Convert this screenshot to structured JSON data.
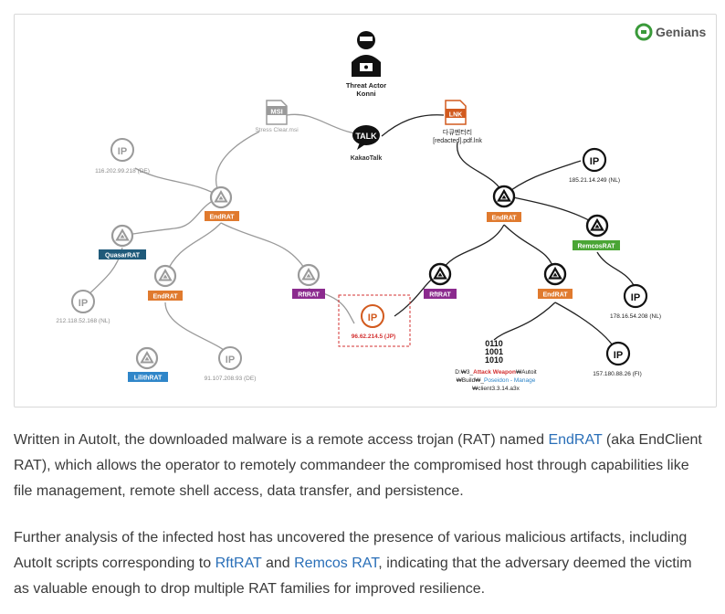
{
  "logo": {
    "brand": "Genians"
  },
  "nodes": {
    "actor_title": "Threat Actor",
    "actor_name": "Konni",
    "kakao_badge": "TALK",
    "kakao_label": "KakaoTalk",
    "msi_badge": "MSI",
    "msi_label": "Stress Clear.msi",
    "lnk_badge": "LNK",
    "lnk_label1": "다큐멘터리",
    "lnk_label2": "[redacted].pdf.lnk",
    "ip_badge": "IP",
    "ip1": "116.202.99.218 (DE)",
    "ip2": "212.118.52.168 (NL)",
    "ip3": "91.107.208.93 (DE)",
    "ip_central": "96.62.214.5 (JP)",
    "ip4": "185.21.14.249 (NL)",
    "ip5": "178.16.54.208 (NL)",
    "ip6": "157.180.88.26 (FI)",
    "endrat": "EndRAT",
    "quasar": "QuasarRAT",
    "rftrat": "RftRAT",
    "lilith": "LilithRAT",
    "remcos": "RemcosRAT",
    "binary1": "0110",
    "binary2": "1001",
    "binary3": "1010",
    "path_a": "D:₩3_",
    "path_b": "Attack Weapon",
    "path_c": "₩Autoit",
    "path_d": "₩Build₩_",
    "path_e": "Poseidon - Manage",
    "path_f": "₩client3.3.14.a3x"
  },
  "colors": {
    "endrat": "#e07a2e",
    "quasar": "#1f5a7a",
    "rftrat": "#8b2a8e",
    "lilith": "#2f86c9",
    "remcos": "#4aa535",
    "ip_orange": "#d25a1e",
    "red_dash": "#d33030"
  },
  "paragraph1": {
    "t1": "Written in AutoIt, the downloaded malware is a remote access trojan (RAT) named ",
    "link1": "EndRAT",
    "t2": " (aka EndClient RAT), which allows the operator to remotely commandeer the compromised host through capabilities like file management, remote shell access, data transfer, and persistence."
  },
  "paragraph2": {
    "t1": "Further analysis of the infected host has uncovered the presence of various malicious artifacts, including AutoIt scripts corresponding to ",
    "link1": "RftRAT",
    "t2": " and ",
    "link2": "Remcos RAT",
    "t3": ", indicating that the adversary deemed the victim as valuable enough to drop multiple RAT families for improved resilience."
  }
}
